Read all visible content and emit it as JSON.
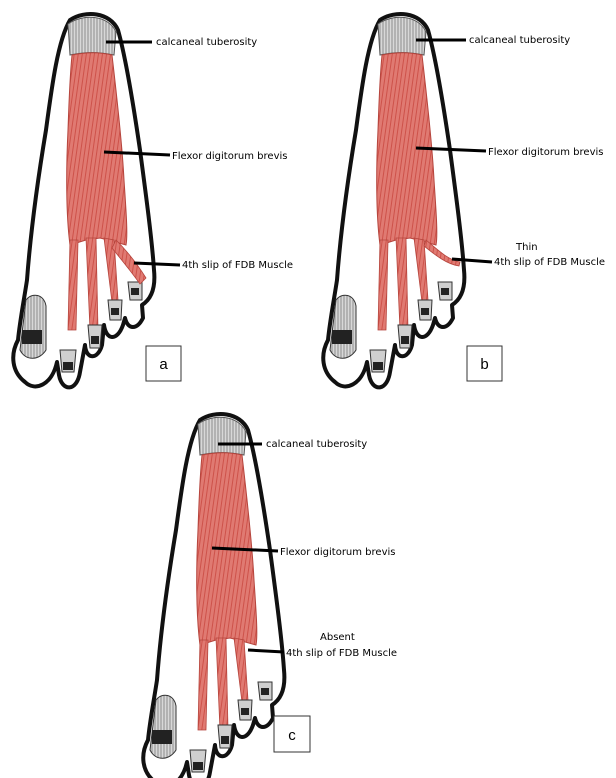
{
  "colors": {
    "outline": "#111111",
    "muscle": "#d9665f",
    "muscle_light": "#f0b4ac",
    "tendon": "#bdbdbd",
    "nail": "#333333"
  },
  "panels": [
    {
      "id": "a",
      "box_label": "a",
      "labels": {
        "calcaneal": "calcaneal tuberosity",
        "fdb": "Flexor digitorum brevis",
        "slip_prefix": "",
        "slip": "4th slip of FDB Muscle"
      },
      "fourth_slip": "normal"
    },
    {
      "id": "b",
      "box_label": "b",
      "labels": {
        "calcaneal": "calcaneal tuberosity",
        "fdb": "Flexor digitorum brevis",
        "slip_prefix": "Thin",
        "slip": "4th slip of FDB Muscle"
      },
      "fourth_slip": "thin"
    },
    {
      "id": "c",
      "box_label": "c",
      "labels": {
        "calcaneal": "calcaneal tuberosity",
        "fdb": "Flexor digitorum brevis",
        "slip_prefix": "Absent",
        "slip": "4th slip of FDB Muscle"
      },
      "fourth_slip": "absent"
    }
  ]
}
